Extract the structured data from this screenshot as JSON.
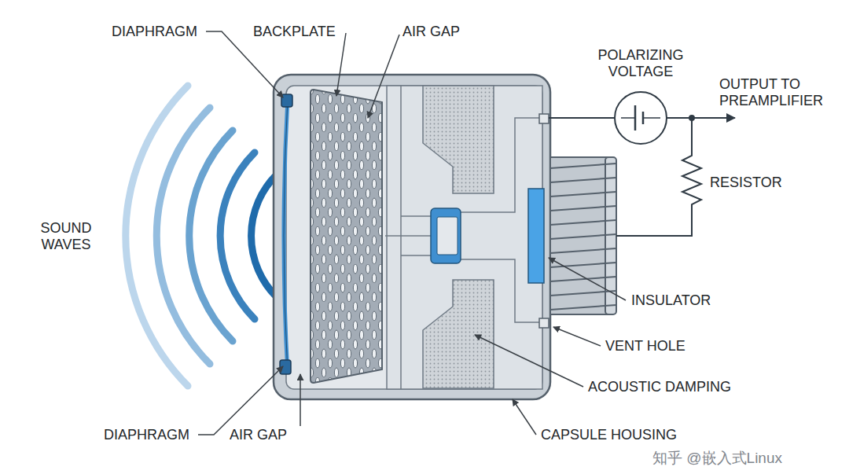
{
  "diagram": {
    "labels": [
      "DIAPHRAGM",
      "BACKPLATE",
      "AIR GAP",
      "SOUND WAVES",
      "POLARIZING VOLTAGE",
      "OUTPUT TO PREAMPLIFIER",
      "RESISTOR",
      "INSULATOR",
      "VENT HOLE",
      "ACOUSTIC DAMPING",
      "DIAPHRAGM",
      "AIR GAP",
      "CAPSULE HOUSING",
      "知乎 @嵌入式Linux"
    ]
  }
}
